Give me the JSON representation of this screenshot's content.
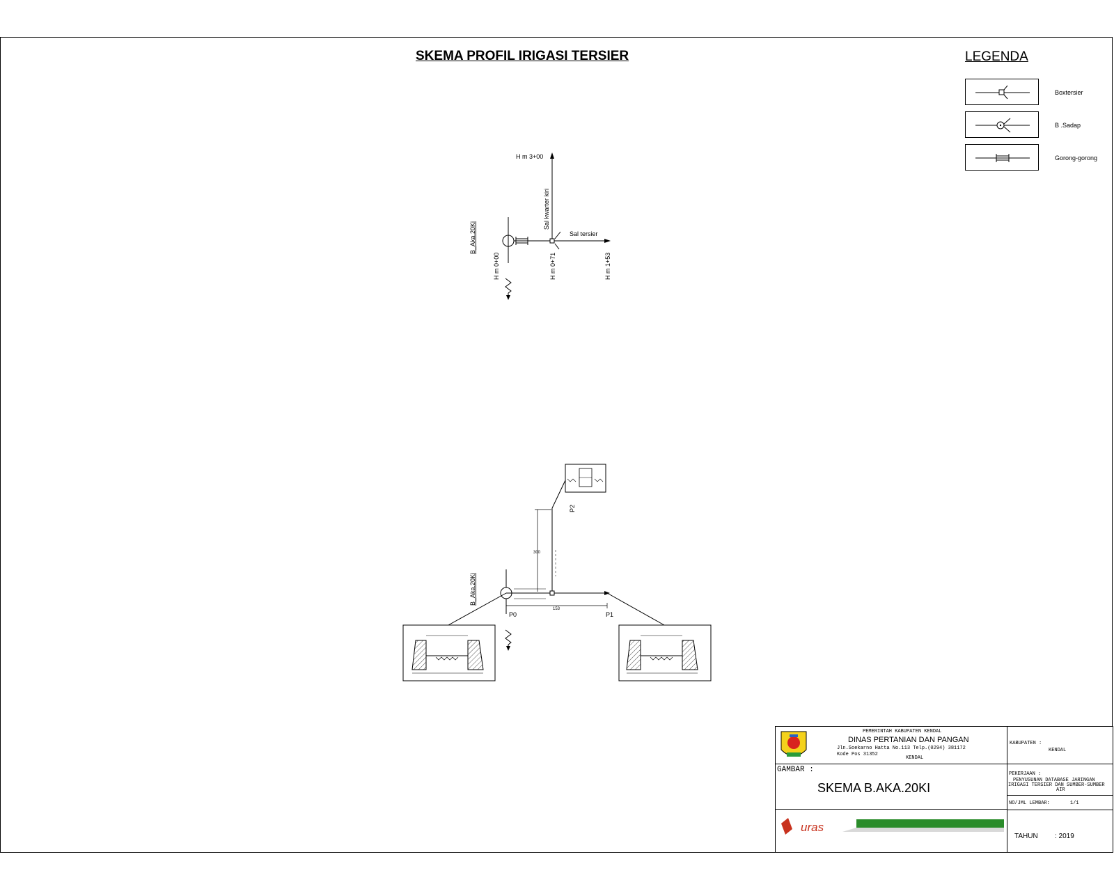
{
  "title": "SKEMA PROFIL IRIGASI TERSIER",
  "legend": {
    "title": "LEGENDA",
    "items": [
      {
        "label": "Boxtersier",
        "icon": "box-tersier-symbol-icon"
      },
      {
        "label": "B .Sadap",
        "icon": "bangunan-sadap-symbol-icon"
      },
      {
        "label": "Gorong-gorong",
        "icon": "culvert-symbol-icon"
      }
    ]
  },
  "schema": {
    "hm_top": "H m 3+00",
    "kwarter": "Sal kwarter kiri",
    "tersier": "Sal tersier",
    "bangunan": "B_Aka.20Ki",
    "hm0": "H m 0+00",
    "hm071": "H m 0+71",
    "hm153": "H m 1+53"
  },
  "profile": {
    "bangunan": "B_Aka.20Ki",
    "p0": "P0",
    "p1": "P1",
    "p2": "P2",
    "len_vertical": "300",
    "len_horizontal": "153"
  },
  "title_block": {
    "gov": "PEMERINTAH KABUPATEN KENDAL",
    "dept": "DINAS PERTANIAN DAN PANGAN",
    "address": "Jln.Soekarno Hatta No.113 Telp.(0294) 381172",
    "postcode": "Kode Pos 31352",
    "city": "KENDAL",
    "kabupaten_label": "KABUPATEN :",
    "kabupaten_value": "KENDAL",
    "gambar_label": "GAMBAR :",
    "gambar_value": "SKEMA B.AKA.20KI",
    "pekerjaan_label": "PEKERJAAN :",
    "pekerjaan_value_1": "PENYUSUNAN DATABASE JARINGAN",
    "pekerjaan_value_2": "IRIGASI TERSIER DAN SUMBER-SUMBER",
    "pekerjaan_value_3": "AIR",
    "lembar_label": "NO/JML LEMBAR:",
    "lembar_value": "1/1",
    "tahun_label": "TAHUN",
    "tahun_value": ": 2019",
    "logo_text": "uras"
  }
}
